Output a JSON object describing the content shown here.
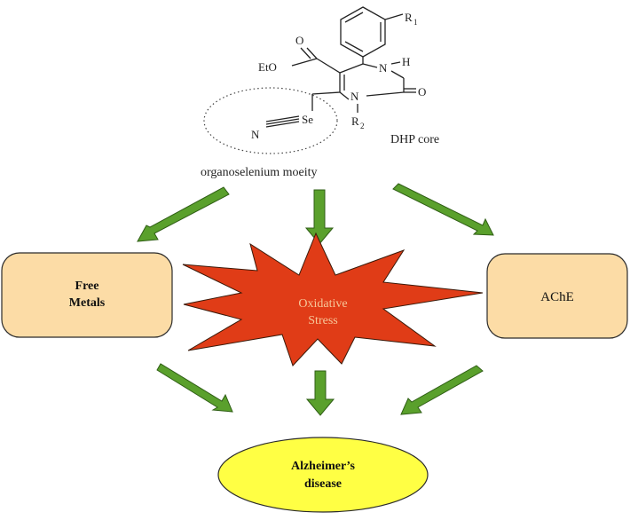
{
  "molecule": {
    "labels": {
      "r1": "R",
      "r1_sub": "1",
      "oxygen_top": "O",
      "ester": "EtO",
      "nitrogen_upper": "N",
      "hydrogen": "H",
      "oxygen_right": "O",
      "nitrogen_lower": "N",
      "r2": "R",
      "r2_sub": "2",
      "selenium": "Se",
      "nitrogen_nitrile": "N"
    },
    "core_label": "DHP core",
    "moiety_label": "organoselenium moeity"
  },
  "nodes": {
    "free_metals": {
      "line1": "Free",
      "line2": "Metals",
      "color": "#fcdca6"
    },
    "oxidative_stress": {
      "line1": "Oxidative",
      "line2": "Stress",
      "color": "#e03c17"
    },
    "ache": {
      "label": "AChE",
      "color": "#fcdca6"
    },
    "alzheimers": {
      "line1": "Alzheimer’s",
      "line2": "disease",
      "color": "#ffff44"
    }
  },
  "colors": {
    "arrow_fill": "#5aa02c",
    "arrow_stroke": "#2f5e15",
    "box_stroke": "#2b2b2b"
  }
}
